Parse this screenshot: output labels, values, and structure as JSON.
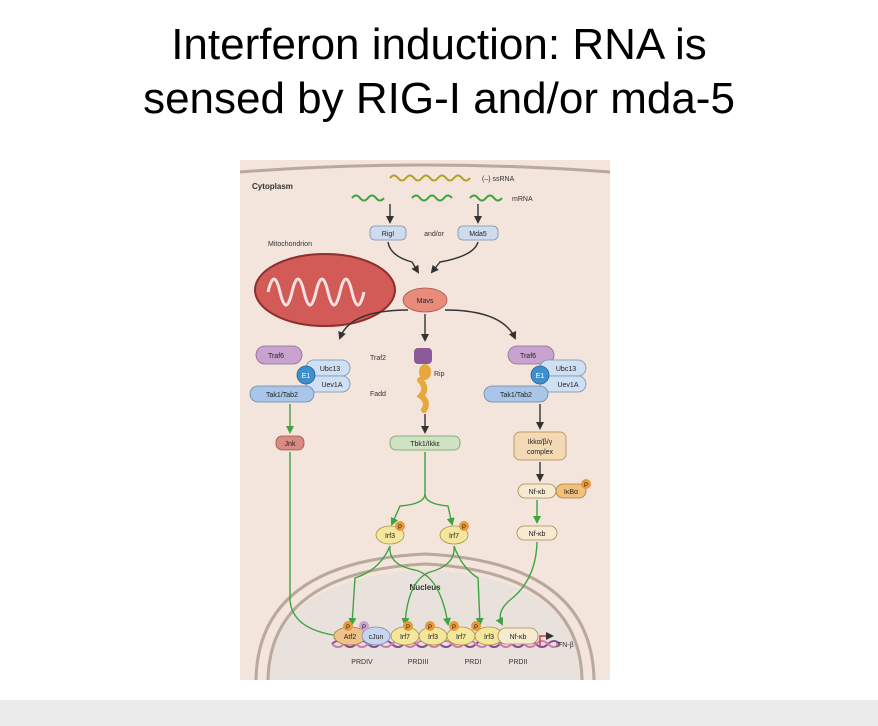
{
  "title": {
    "line1": "Interferon induction: RNA is",
    "line2": "sensed by RIG-I and/or mda-5"
  },
  "diagram": {
    "cytoplasm": "Cytoplasm",
    "mitochondrion": "Mitochondrion",
    "nucleus": "Nucleus",
    "ssrna": "(–) ssRNA",
    "mrna": "mRNA",
    "rigi": "RigI",
    "andor": "and/or",
    "mda5": "Mda5",
    "mavs": "Mavs",
    "traf6": "Traf6",
    "ubc13": "Ubc13",
    "e1": "E1",
    "uev1a": "Uev1A",
    "tak1": "Tak1/Tab2",
    "traf2": "Traf2",
    "rip": "Rip",
    "fadd": "Fadd",
    "jnk": "Jnk",
    "tbk1": "Tbk1/Ikkε",
    "ikk_line1": "Ikkα/β/γ",
    "ikk_line2": "complex",
    "nfkb": "Nf-κb",
    "ikba": "IκBα",
    "p": "P",
    "irf3": "Irf3",
    "irf7": "Irf7",
    "atf2": "Atf2",
    "cjun": "cJun",
    "ifnb": "IFN-β",
    "prdiv": "PRDIV",
    "prdiii": "PRDIII",
    "prdi": "PRDI",
    "prdii": "PRDII"
  }
}
